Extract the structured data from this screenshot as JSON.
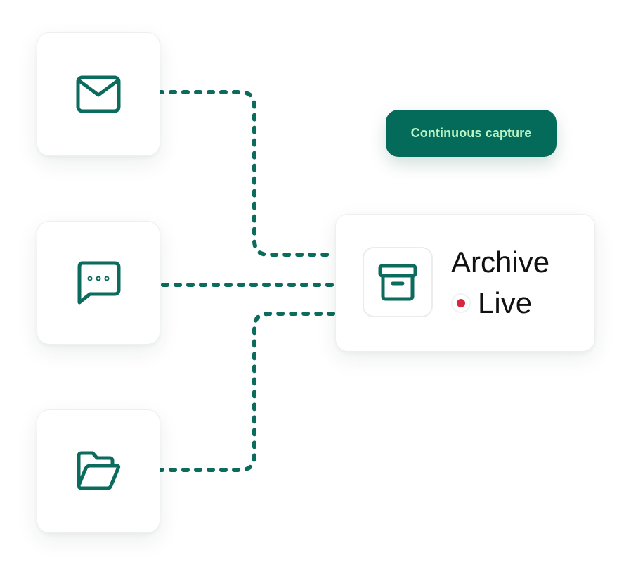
{
  "colors": {
    "accent": "#0b6b5c",
    "pill_bg": "#046b5a",
    "pill_text": "#b9f3c4",
    "live_dot": "#d7263d"
  },
  "sources": [
    {
      "icon": "mail-icon"
    },
    {
      "icon": "chat-bubble-icon"
    },
    {
      "icon": "folder-icon"
    }
  ],
  "pill": {
    "label": "Continuous capture"
  },
  "archive": {
    "icon": "archive-box-icon",
    "title": "Archive",
    "status_label": "Live"
  }
}
